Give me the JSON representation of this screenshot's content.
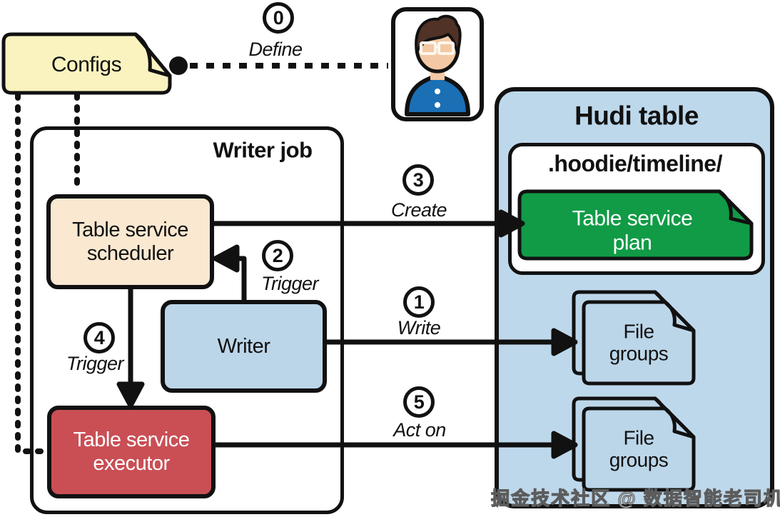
{
  "colors": {
    "canvas_bg": "#ffffff",
    "outline": "#111111",
    "configs_yellow": "#FAF3BF",
    "hudi_blue": "#BED8EB",
    "box_blue": "#BCD6E9",
    "scheduler_cream": "#FAE8D1",
    "executor_red": "#C94F55",
    "plan_green": "#119B46",
    "shirt_blue": "#1A6FB5",
    "skin": "#F2C9A4",
    "hair_brown": "#503226"
  },
  "configs": {
    "label": "Configs"
  },
  "writer_job": {
    "title": "Writer job",
    "scheduler_label": "Table service\nscheduler",
    "writer_label": "Writer",
    "executor_label": "Table service\nexecutor"
  },
  "hudi": {
    "title": "Hudi table",
    "timeline_title": ".hoodie/timeline/",
    "plan_label": "Table service plan",
    "file_groups_top": "File\ngroups",
    "file_groups_bottom": "File\ngroups"
  },
  "steps": [
    {
      "num": "0",
      "label": "Define"
    },
    {
      "num": "1",
      "label": "Write"
    },
    {
      "num": "2",
      "label": "Trigger"
    },
    {
      "num": "3",
      "label": "Create"
    },
    {
      "num": "4",
      "label": "Trigger"
    },
    {
      "num": "5",
      "label": "Act on"
    }
  ],
  "watermark": "掘金技术社区 @ 数据智能老司机"
}
